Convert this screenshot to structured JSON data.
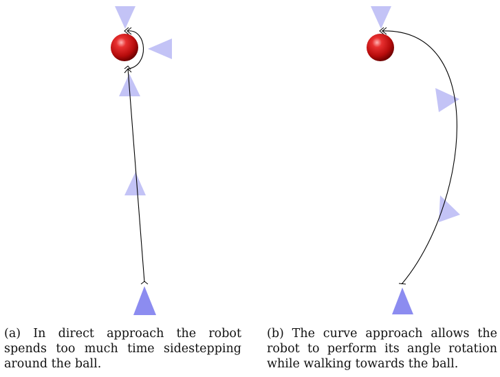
{
  "captions": {
    "a": {
      "lines": [
        "(a) In direct approach the robot",
        "spends too much time sidestepping",
        "around the ball."
      ]
    },
    "b": {
      "lines": [
        "(b) The curve approach allows the",
        "robot to perform its angle rotation",
        "while walking towards the ball."
      ]
    }
  },
  "colors": {
    "ball": "#cc1111",
    "robot_faded": "#b9b9f5",
    "robot_current": "#8c8cf0",
    "path": "#000000"
  },
  "icons": {
    "ball": "red-sphere",
    "robot": "triangle-pose-marker"
  }
}
